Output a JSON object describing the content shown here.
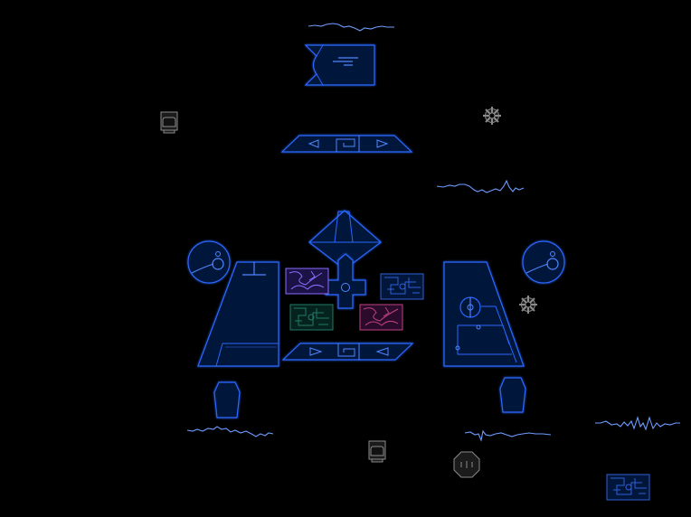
{
  "scene": {
    "background": "#000000",
    "colors": {
      "hull_fill": "#00163a",
      "hull_stroke": "#2a67ff",
      "hull_stroke_bright": "#4f86ff",
      "glow": "#2a5fff",
      "wave": "#6d9cff",
      "gray": "#8a8a8a",
      "gray_fill": "#1b1b1b",
      "purple": "#8c6cff",
      "purple_fill": "#1b1345",
      "pink": "#c0407f",
      "pink_fill": "#2b0b2b",
      "green": "#227a64",
      "green_fill": "#04231f",
      "blue_tile": "#2f60d8"
    },
    "icons": [
      "top-banner-block",
      "upper-arrow-bar",
      "central-hull-left",
      "central-hull-right",
      "lower-arrow-bar",
      "turret-dish-left",
      "turret-dish-right",
      "cross-core",
      "hex-thruster-left",
      "hex-thruster-right",
      "gear-icon",
      "computer-terminal-icon",
      "octagon-drone-icon",
      "circuit-tile",
      "static-wave"
    ]
  }
}
